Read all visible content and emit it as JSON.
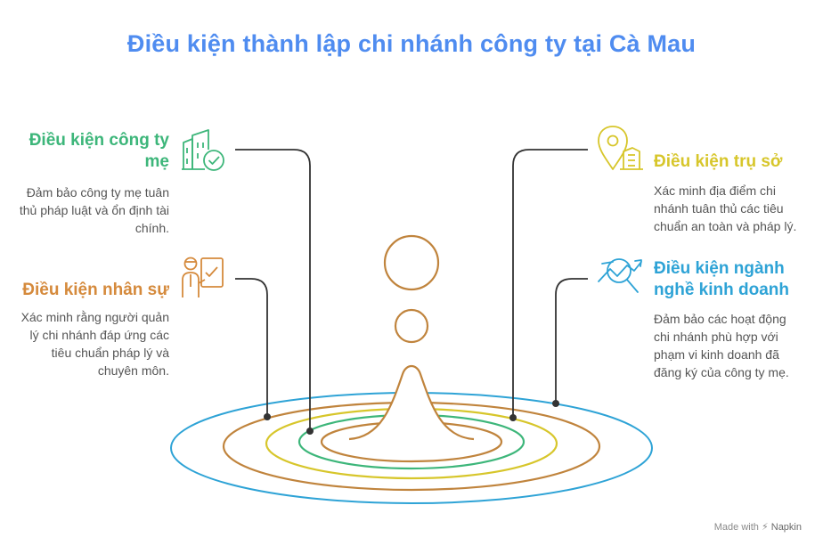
{
  "title": "Điều kiện thành lập chi nhánh công ty tại Cà Mau",
  "colors": {
    "title": "#4f8cf0",
    "green": "#3db67a",
    "orange": "#d58a3c",
    "yellow": "#d7c62b",
    "blue": "#2ea3d6",
    "ring_brown": "#c0843d"
  },
  "items": [
    {
      "id": "parent-company",
      "heading": "Điều kiện công ty mẹ",
      "description": "Đảm bảo công ty mẹ tuân thủ pháp luật và ổn định tài chính.",
      "icon": "buildings-check-icon"
    },
    {
      "id": "personnel",
      "heading": "Điều kiện nhân sự",
      "description": "Xác minh rằng người quản lý chi nhánh đáp ứng các tiêu chuẩn pháp lý và chuyên môn.",
      "icon": "manager-checklist-icon"
    },
    {
      "id": "office",
      "heading": "Điều kiện trụ sở",
      "description": "Xác minh địa điểm chi nhánh tuân thủ các tiêu chuẩn an toàn và pháp lý.",
      "icon": "location-building-icon"
    },
    {
      "id": "business-line",
      "heading": "Điều kiện ngành nghề kinh doanh",
      "description": "Đảm bảo các hoạt động chi nhánh phù hợp với phạm vi kinh doanh đã đăng ký của công ty mẹ.",
      "icon": "trend-magnifier-icon"
    }
  ],
  "footer": {
    "made_with": "Made with",
    "brand": "Napkin"
  }
}
